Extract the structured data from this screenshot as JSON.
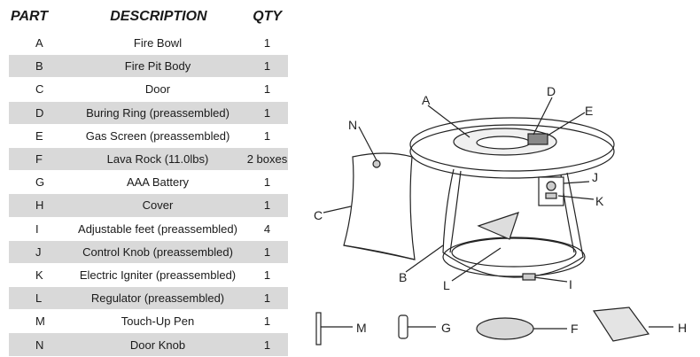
{
  "table": {
    "headers": {
      "part": "PART",
      "description": "DESCRIPTION",
      "qty": "QTY"
    },
    "rows": [
      {
        "part": "A",
        "description": "Fire Bowl",
        "qty": "1"
      },
      {
        "part": "B",
        "description": "Fire Pit Body",
        "qty": "1"
      },
      {
        "part": "C",
        "description": "Door",
        "qty": "1"
      },
      {
        "part": "D",
        "description": "Buring Ring (preassembled)",
        "qty": "1"
      },
      {
        "part": "E",
        "description": "Gas Screen (preassembled)",
        "qty": "1"
      },
      {
        "part": "F",
        "description": "Lava Rock (11.0lbs)",
        "qty": "2 boxes"
      },
      {
        "part": "G",
        "description": "AAA Battery",
        "qty": "1"
      },
      {
        "part": "H",
        "description": "Cover",
        "qty": "1"
      },
      {
        "part": "I",
        "description": "Adjustable feet (preassembled)",
        "qty": "4"
      },
      {
        "part": "J",
        "description": "Control Knob (preassembled)",
        "qty": "1"
      },
      {
        "part": "K",
        "description": "Electric Igniter (preassembled)",
        "qty": "1"
      },
      {
        "part": "L",
        "description": "Regulator (preassembled)",
        "qty": "1"
      },
      {
        "part": "M",
        "description": "Touch-Up Pen",
        "qty": "1"
      },
      {
        "part": "N",
        "description": "Door Knob",
        "qty": "1"
      }
    ]
  },
  "diagram": {
    "labels": {
      "a": "A",
      "b": "B",
      "c": "C",
      "d": "D",
      "e": "E",
      "f": "F",
      "g": "G",
      "h": "H",
      "i": "I",
      "j": "J",
      "k": "K",
      "l": "L",
      "m": "M",
      "n": "N"
    }
  },
  "colors": {
    "row_shade": "#d9d9d9",
    "line": "#222222"
  }
}
